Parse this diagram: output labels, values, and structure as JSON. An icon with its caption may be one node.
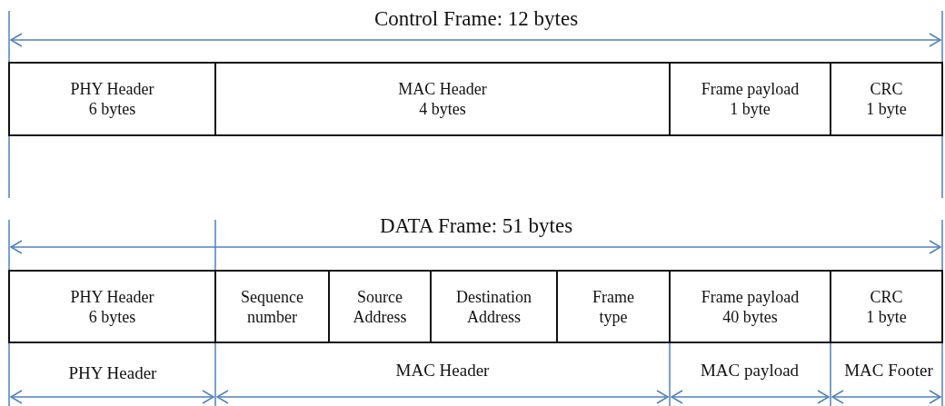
{
  "diagram": {
    "nodes": [
      {
        "text": [
          "PHY Header",
          "6 bytes"
        ]
      },
      {
        "text": [
          "MAC Header",
          "4 bytes"
        ]
      },
      {
        "text": [
          "Frame payload",
          "1 byte"
        ]
      },
      {
        "text": [
          "CRC",
          "1 byte"
        ]
      },
      {
        "text": [
          "PHY Header",
          "6 bytes"
        ]
      },
      {
        "text": [
          "Sequence number"
        ]
      },
      {
        "text": [
          "Source Address"
        ]
      },
      {
        "text": [
          "Destination Address"
        ]
      },
      {
        "text": [
          "Frame type"
        ]
      },
      {
        "text": [
          "Frame payload",
          "40 bytes"
        ]
      },
      {
        "text": [
          "CRC",
          "1 byte"
        ]
      }
    ],
    "labels": [
      "Control Frame: 12 bytes",
      "DATA Frame: 51 bytes",
      "PHY Header",
      "MAC Header",
      "MAC payload",
      "MAC Footer"
    ]
  }
}
